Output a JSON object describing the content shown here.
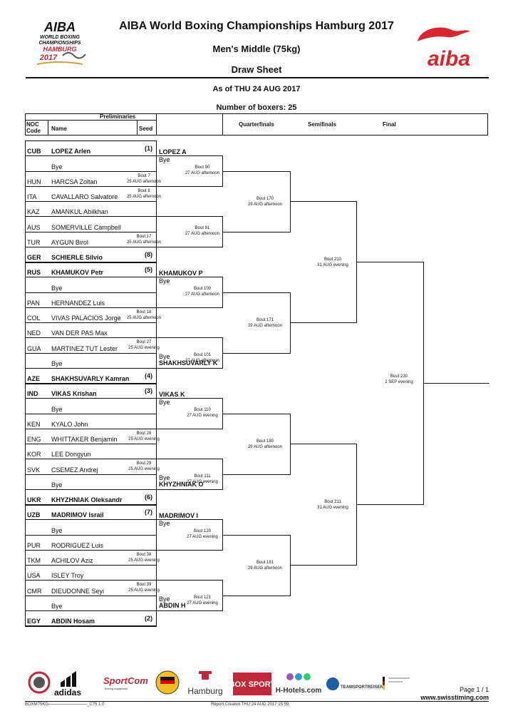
{
  "header": {
    "title": "AIBA World Boxing Championships Hamburg 2017",
    "subtitle": "Men's Middle (75kg)",
    "sheet": "Draw Sheet",
    "as_of": "As of THU 24 AUG 2017",
    "num_boxers": "Number of boxers: 25",
    "logo_left_lines": [
      "AIBA",
      "WORLD BOXING",
      "CHAMPIONSHIPS",
      "HAMBURG",
      "2017"
    ],
    "logo_right": "aiba"
  },
  "table_header": {
    "preliminaries": "Preliminaries",
    "noc": "NOC Code",
    "name": "Name",
    "seed": "Seed",
    "quarterfinals": "Quarterfinals",
    "semifinals": "Semifinals",
    "final": "Final"
  },
  "entries": [
    {
      "noc": "CUB",
      "name": "LOPEZ Arlen",
      "seed": "(1)",
      "bold": true
    },
    {
      "noc": "",
      "name": "Bye",
      "seed": ""
    },
    {
      "noc": "HUN",
      "name": "HARCSA Zoltan",
      "seed": ""
    },
    {
      "noc": "ITA",
      "name": "CAVALLARO Salvatore",
      "seed": ""
    },
    {
      "noc": "KAZ",
      "name": "AMANKUL Abilkhan",
      "seed": ""
    },
    {
      "noc": "AUS",
      "name": "SOMERVILLE Campbell",
      "seed": ""
    },
    {
      "noc": "TUR",
      "name": "AYGUN Birol",
      "seed": ""
    },
    {
      "noc": "GER",
      "name": "SCHIERLE Silvio",
      "seed": "(8)",
      "bold": true
    },
    {
      "noc": "RUS",
      "name": "KHAMUKOV Petr",
      "seed": "(5)",
      "bold": true
    },
    {
      "noc": "",
      "name": "Bye",
      "seed": ""
    },
    {
      "noc": "PAN",
      "name": "HERNANDEZ Luis",
      "seed": ""
    },
    {
      "noc": "COL",
      "name": "VIVAS PALACIOS Jorge",
      "seed": ""
    },
    {
      "noc": "NED",
      "name": "VAN DER PAS Max",
      "seed": ""
    },
    {
      "noc": "GUA",
      "name": "MARTINEZ TUT Lester",
      "seed": ""
    },
    {
      "noc": "",
      "name": "Bye",
      "seed": ""
    },
    {
      "noc": "AZE",
      "name": "SHAKHSUVARLY Kamran",
      "seed": "(4)",
      "bold": true
    },
    {
      "noc": "IND",
      "name": "VIKAS Krishan",
      "seed": "(3)",
      "bold": true
    },
    {
      "noc": "",
      "name": "Bye",
      "seed": ""
    },
    {
      "noc": "KEN",
      "name": "KYALO John",
      "seed": ""
    },
    {
      "noc": "ENG",
      "name": "WHITTAKER Benjamin",
      "seed": ""
    },
    {
      "noc": "KOR",
      "name": "LEE Dongyun",
      "seed": ""
    },
    {
      "noc": "SVK",
      "name": "CSEMEZ Andrej",
      "seed": ""
    },
    {
      "noc": "",
      "name": "Bye",
      "seed": ""
    },
    {
      "noc": "UKR",
      "name": "KHYZHNIAK Oleksandr",
      "seed": "(6)",
      "bold": true
    },
    {
      "noc": "UZB",
      "name": "MADRIMOV Israil",
      "seed": "(7)",
      "bold": true
    },
    {
      "noc": "",
      "name": "Bye",
      "seed": ""
    },
    {
      "noc": "PUR",
      "name": "RODRIGUEZ Luis",
      "seed": ""
    },
    {
      "noc": "TKM",
      "name": "ACHILOV Aziz",
      "seed": ""
    },
    {
      "noc": "USA",
      "name": "ISLEY Troy",
      "seed": ""
    },
    {
      "noc": "CMR",
      "name": "DIEUDONNE Seyi",
      "seed": ""
    },
    {
      "noc": "",
      "name": "Bye",
      "seed": ""
    },
    {
      "noc": "EGY",
      "name": "ABDIN Hosam",
      "seed": "(2)",
      "bold": true
    }
  ],
  "prelim_bouts": [
    {
      "bout": "Bout 7",
      "date": "25 AUG afternoon"
    },
    {
      "bout": "Bout 8",
      "date": "25 AUG afternoon"
    },
    {
      "bout": "Bout 17",
      "date": "25 AUG afternoon"
    },
    {
      "bout": "Bout 18",
      "date": "25 AUG afternoon"
    },
    {
      "bout": "Bout 27",
      "date": "25 AUG evening"
    },
    {
      "bout": "Bout 28",
      "date": "25 AUG evening"
    },
    {
      "bout": "Bout 29",
      "date": "25 AUG evening"
    },
    {
      "bout": "Bout 38",
      "date": "25 AUG evening"
    },
    {
      "bout": "Bout 39",
      "date": "25 AUG evening"
    }
  ],
  "r2": [
    {
      "winner": "LOPEZ A",
      "bye": "Bye",
      "bout": "Bout 90",
      "date": "27 AUG afternoon"
    },
    {
      "winner": "",
      "bye": "",
      "bout": "Bout 91",
      "date": "27 AUG afternoon"
    },
    {
      "winner": "KHAMUKOV P",
      "bye": "Bye",
      "bout": "Bout 100",
      "date": "27 AUG afternoon"
    },
    {
      "winner": "SHAKHSUVARLY K",
      "bye": "Bye",
      "bout": "Bout 101",
      "date": "27 AUG afternoon"
    },
    {
      "winner": "VIKAS K",
      "bye": "Bye",
      "bout": "Bout 110",
      "date": "27 AUG evening"
    },
    {
      "winner": "KHYZHNIAK O",
      "bye": "Bye",
      "bout": "Bout 111",
      "date": "27 AUG evening"
    },
    {
      "winner": "MADRIMOV I",
      "bye": "Bye",
      "bout": "Bout 120",
      "date": "27 AUG evening"
    },
    {
      "winner": "ABDIN H",
      "bye": "Bye",
      "bout": "Bout 121",
      "date": "27 AUG evening"
    }
  ],
  "qf": [
    {
      "bout": "Bout 170",
      "date": "29 AUG afternoon"
    },
    {
      "bout": "Bout 171",
      "date": "29 AUG afternoon"
    },
    {
      "bout": "Bout 180",
      "date": "29 AUG afternoon"
    },
    {
      "bout": "Bout 181",
      "date": "29 AUG afternoon"
    }
  ],
  "sf": [
    {
      "bout": "Bout 210",
      "date": "31 AUG evening"
    },
    {
      "bout": "Bout 211",
      "date": "31 AUG evening"
    }
  ],
  "final": {
    "bout": "Bout 230",
    "date": "2 SEP evening"
  },
  "sponsors": [
    "adidas",
    "SportCom",
    "Hamburg",
    "BOX SPORT",
    "H-Hotels.com",
    "TEAMSPORTREISEN"
  ],
  "sponsor_sub": [
    "Boxing equipment"
  ],
  "footer": {
    "code": "BOXM75KG",
    "c75": "C75 1.0",
    "report": "Report Created  THU 24 AUG 2017 15:59",
    "page": "Page 1 / 1",
    "www": "www.swisstiming.com"
  }
}
